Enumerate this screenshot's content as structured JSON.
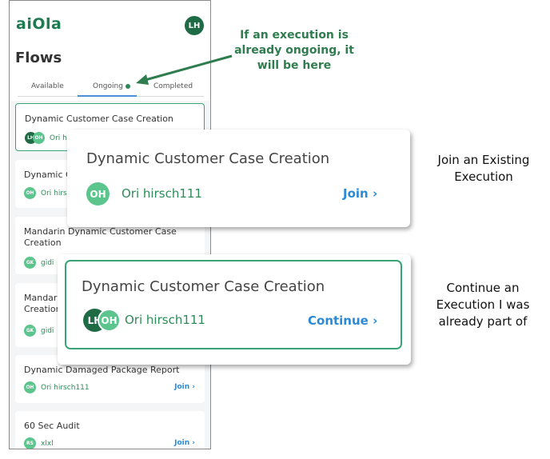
{
  "app": {
    "logo": "aiOla",
    "user_initials": "LH"
  },
  "page_title": "Flows",
  "tabs": [
    {
      "label": "Available",
      "active": false
    },
    {
      "label": "Ongoing",
      "active": true,
      "dot_color": "#2e8b57"
    },
    {
      "label": "Completed",
      "active": false
    }
  ],
  "cards": [
    {
      "title": "Dynamic Customer Case Creation",
      "initials": [
        "LH",
        "OH"
      ],
      "user": "Ori hirsch111",
      "action": ""
    },
    {
      "title": "Dynamic Customer Case Creation",
      "initials": [
        "OH"
      ],
      "user": "Ori hirsch111",
      "action": ""
    },
    {
      "title_line1": "Mandarin Dynamic Customer Case",
      "title_line2": "Creation",
      "initials": [
        "GK"
      ],
      "user": "gidi",
      "action": ""
    },
    {
      "title_line1": "Mandarin Dynamic Customer Case",
      "title_line2": "Creation",
      "initials": [
        "GK"
      ],
      "user": "gidi",
      "action": ""
    },
    {
      "title": "Dynamic Damaged Package Report",
      "initials": [
        "OH"
      ],
      "user": "Ori hirsch111",
      "action": "Join"
    },
    {
      "title": "60 Sec Audit",
      "initials": [
        "RS"
      ],
      "user": "xlxl",
      "action": "Join"
    }
  ],
  "popups": {
    "join": {
      "title": "Dynamic Customer Case Creation",
      "initials": "OH",
      "user": "Ori hirsch111",
      "action": "Join"
    },
    "continue": {
      "title": "Dynamic Customer Case Creation",
      "initials": [
        "LH",
        "OH"
      ],
      "user": "Ori hirsch111",
      "action": "Continue"
    }
  },
  "annotations": {
    "callout": "If an execution is already ongoing, it will be here",
    "join_note": "Join an Existing Execution",
    "continue_note": "Continue an Execution I was already part of"
  },
  "colors": {
    "brand": "#1f7a52",
    "link": "#2b8ad6",
    "avatar_light": "#5cc58e",
    "avatar_dark": "#1e6b45",
    "arrow": "#2f7d4f"
  }
}
